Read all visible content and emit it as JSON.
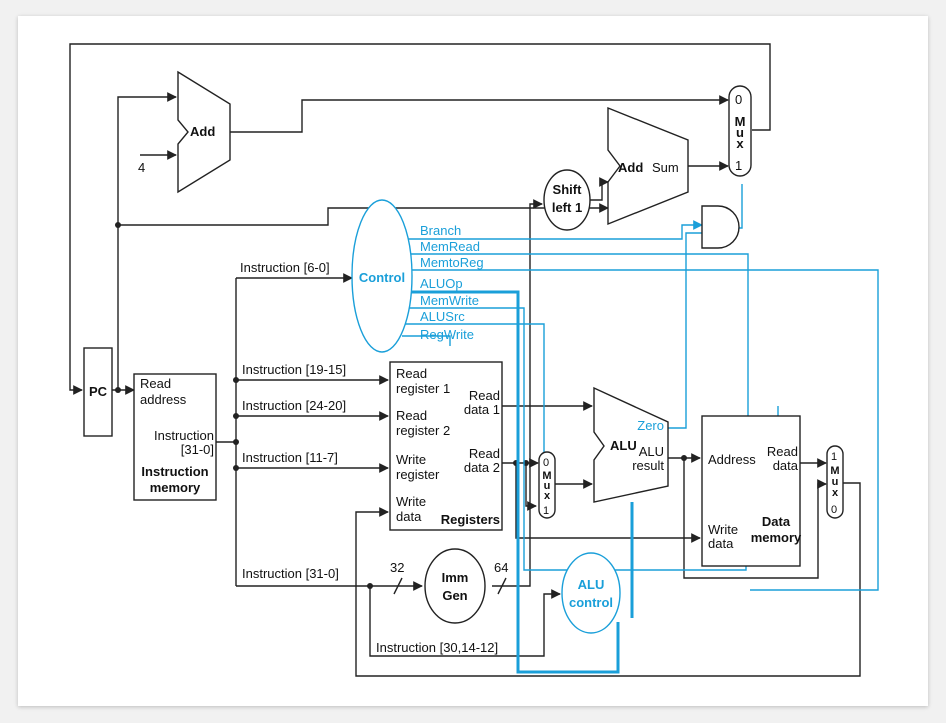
{
  "components": {
    "pc": "PC",
    "add_top": "Add",
    "four": "4",
    "add_branch": "Add",
    "sum": "Sum",
    "shift": [
      "Shift",
      "left 1"
    ],
    "control": "Control",
    "mux_top": [
      "0",
      "M",
      "u",
      "x",
      "1"
    ],
    "imem": {
      "read": "Read",
      "address": "address",
      "instruction": "Instruction",
      "bits": "[31-0]",
      "title1": "Instruction",
      "title2": "memory"
    },
    "regs": {
      "rr1a": "Read",
      "rr1b": "register 1",
      "rr2a": "Read",
      "rr2b": "register 2",
      "wra": "Write",
      "wrb": "register",
      "wda": "Write",
      "wdb": "data",
      "rd1a": "Read",
      "rd1b": "data 1",
      "rd2a": "Read",
      "rd2b": "data 2",
      "title": "Registers"
    },
    "mux_alu": [
      "0",
      "M",
      "u",
      "x",
      "1"
    ],
    "alu": {
      "title": "ALU",
      "zero": "Zero",
      "res1": "ALU",
      "res2": "result"
    },
    "alu_control": [
      "ALU",
      "control"
    ],
    "imm_gen": [
      "Imm",
      "Gen"
    ],
    "dmem": {
      "address": "Address",
      "rd1": "Read",
      "rd2": "data",
      "wd1": "Write",
      "wd2": "data",
      "title1": "Data",
      "title2": "memory"
    },
    "mux_wb": [
      "1",
      "M",
      "u",
      "x",
      "0"
    ]
  },
  "control_signals": [
    "Branch",
    "MemRead",
    "MemtoReg",
    "ALUOp",
    "MemWrite",
    "ALUSrc",
    "RegWrite"
  ],
  "instruction_fields": {
    "opcode": "Instruction [6-0]",
    "rs1": "Instruction [19-15]",
    "rs2": "Instruction [24-20]",
    "rd": "Instruction [11-7]",
    "imm": "Instruction [31-0]",
    "funct": "Instruction [30,14-12]"
  },
  "bus_widths": {
    "in": "32",
    "out": "64"
  },
  "colors": {
    "black": "#222222",
    "control_blue": "#1a9fd9"
  }
}
